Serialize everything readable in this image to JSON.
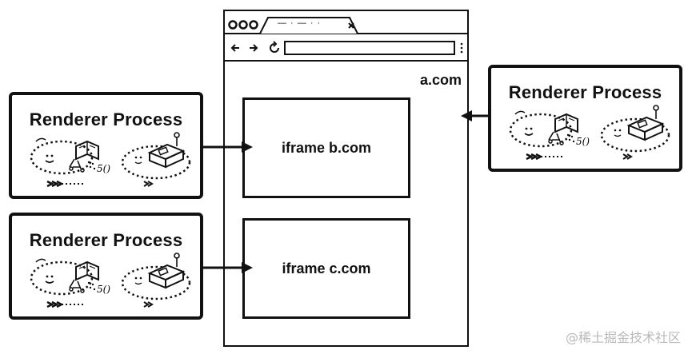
{
  "diagram": {
    "host_url_label": "a.com",
    "iframes": [
      {
        "label": "iframe b.com"
      },
      {
        "label": "iframe c.com"
      }
    ],
    "processes": [
      {
        "title": "Renderer Process"
      },
      {
        "title": "Renderer Process"
      },
      {
        "title": "Renderer Process"
      }
    ],
    "browser_tab_title": "— · — · ·",
    "watermark": "@稀土掘金技术社区"
  }
}
